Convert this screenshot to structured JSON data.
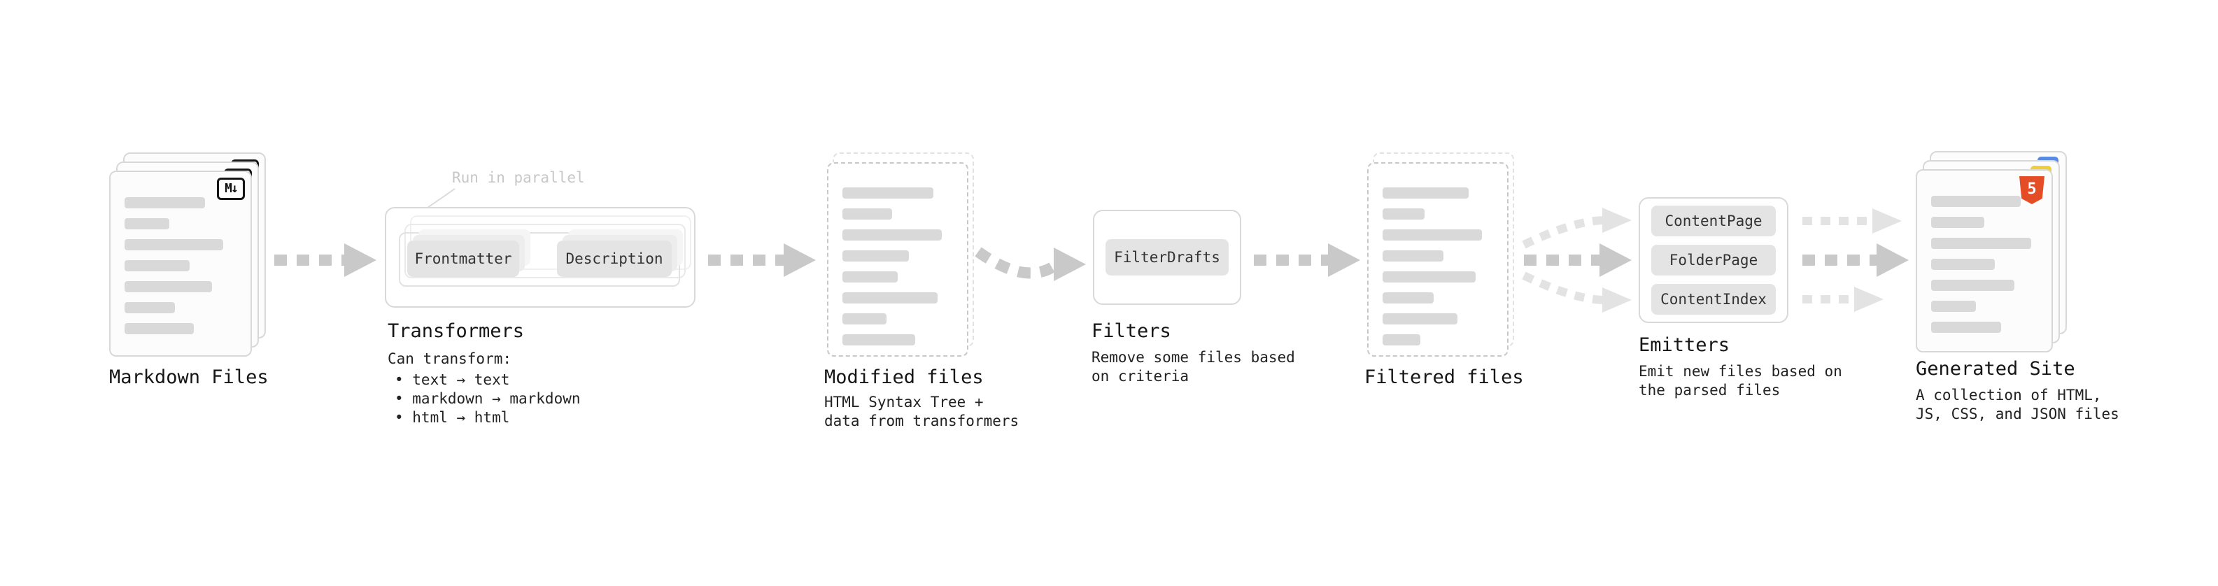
{
  "markdown_files": {
    "label": "Markdown Files",
    "icon_glyph": "M↓"
  },
  "transformers": {
    "parallel_note": "Run in parallel",
    "steps": [
      "Frontmatter",
      "Description"
    ],
    "title": "Transformers",
    "desc_heading": "Can transform:",
    "bullets": [
      "• text → text",
      "• markdown → markdown",
      "• html → html"
    ]
  },
  "modified_files": {
    "title": "Modified files",
    "desc": "HTML Syntax Tree +\ndata from transformers"
  },
  "filters": {
    "plugins": [
      "FilterDrafts"
    ],
    "title": "Filters",
    "desc": "Remove some files based\non criteria"
  },
  "filtered_files": {
    "title": "Filtered files"
  },
  "emitters": {
    "plugins": [
      "ContentPage",
      "FolderPage",
      "ContentIndex"
    ],
    "title": "Emitters",
    "desc": "Emit new files based on\nthe parsed files"
  },
  "generated_site": {
    "title": "Generated Site",
    "desc": "A collection of HTML,\nJS, CSS, and JSON files",
    "html5_glyph": "5"
  },
  "colors": {
    "arrow": "#c9c9c9",
    "arrow_faint": "#e3e3e3",
    "chip_bg": "#e4e4e4",
    "html5_orange": "#e44d26",
    "js_yellow": "#f0cd3a",
    "css_blue": "#5b8be0"
  }
}
